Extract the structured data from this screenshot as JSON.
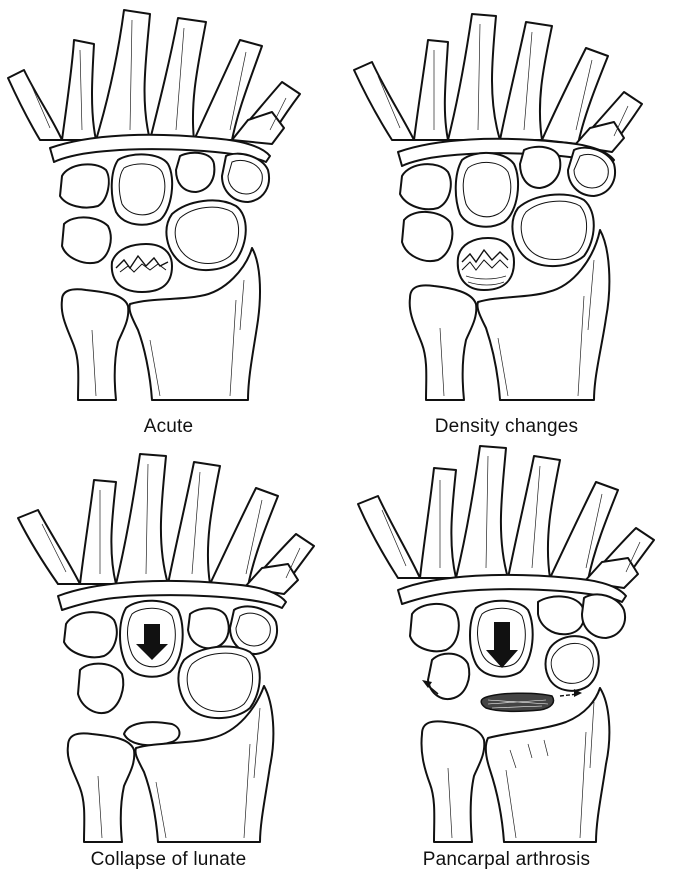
{
  "figure": {
    "panels": [
      {
        "id": "acute",
        "caption": "Acute",
        "stage": "acute"
      },
      {
        "id": "density",
        "caption": "Density changes",
        "stage": "density"
      },
      {
        "id": "collapse",
        "caption": "Collapse of lunate",
        "stage": "collapse"
      },
      {
        "id": "arthrosis",
        "caption": "Pancarpal arthrosis",
        "stage": "arthrosis"
      }
    ]
  }
}
